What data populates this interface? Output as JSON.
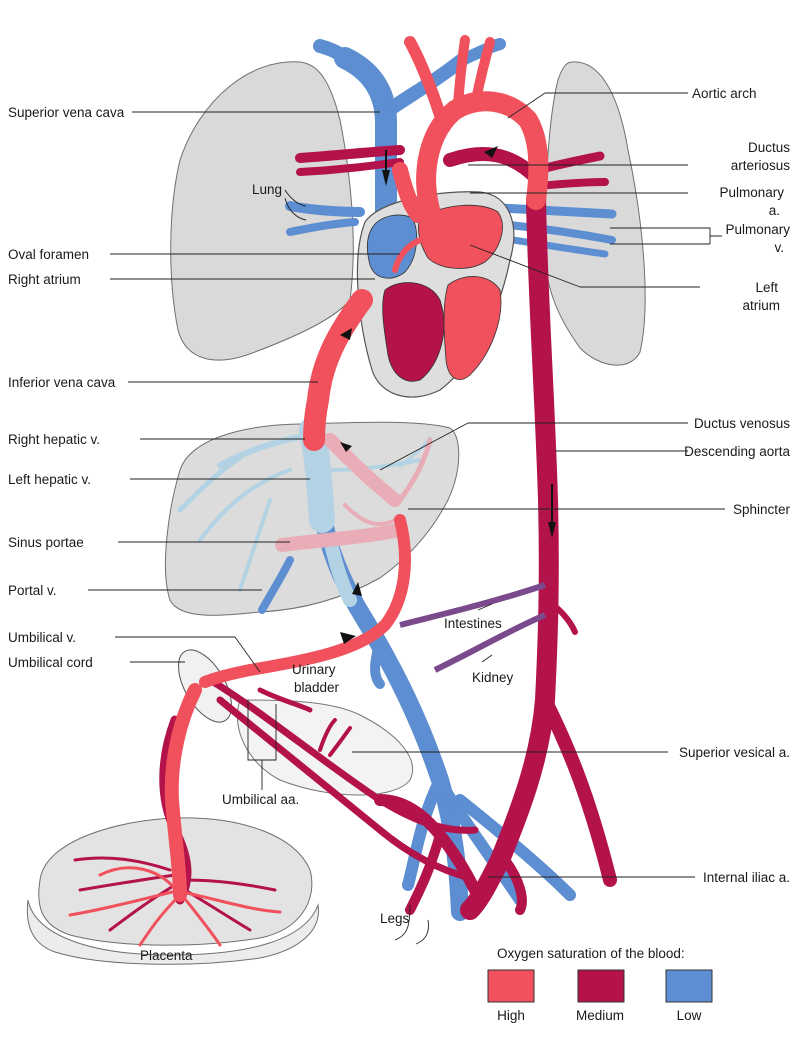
{
  "labels": {
    "superior_vena_cava": "Superior vena cava",
    "aortic_arch": "Aortic arch",
    "ductus_arteriosus_1": "Ductus",
    "ductus_arteriosus_2": "arteriosus",
    "lung": "Lung",
    "pulmonary_a_1": "Pulmonary",
    "pulmonary_a_2": "a.",
    "pulmonary_v_1": "Pulmonary",
    "pulmonary_v_2": "v.",
    "oval_foramen": "Oval foramen",
    "right_atrium": "Right atrium",
    "left_atrium_1": "Left",
    "left_atrium_2": "atrium",
    "inferior_vena_cava": "Inferior vena cava",
    "right_hepatic_v": "Right hepatic v.",
    "ductus_venosus": "Ductus venosus",
    "descending_aorta": "Descending aorta",
    "left_hepatic_v": "Left hepatic v.",
    "sphincter": "Sphincter",
    "sinus_portae": "Sinus portae",
    "portal_v": "Portal v.",
    "intestines": "Intestines",
    "umbilical_v": "Umbilical v.",
    "umbilical_cord": "Umbilical cord",
    "urinary_bladder_1": "Urinary",
    "urinary_bladder_2": "bladder",
    "kidney": "Kidney",
    "superior_vesical_a": "Superior vesical a.",
    "umbilical_aa": "Umbilical aa.",
    "internal_iliac_a": "Internal iliac a.",
    "legs": "Legs",
    "placenta": "Placenta"
  },
  "legend": {
    "title": "Oxygen saturation of the blood:",
    "items": [
      {
        "label": "High",
        "color": "#f0515c"
      },
      {
        "label": "Medium",
        "color": "#b3124a"
      },
      {
        "label": "Low",
        "color": "#5c8ed1"
      }
    ]
  },
  "colors": {
    "high": "#f0515c",
    "medium": "#b3124a",
    "low": "#5c8ed1",
    "low_pale": "#b3d3e4",
    "mixed_pink": "#e8adb6",
    "organ_gray": "#d9d9d9"
  }
}
